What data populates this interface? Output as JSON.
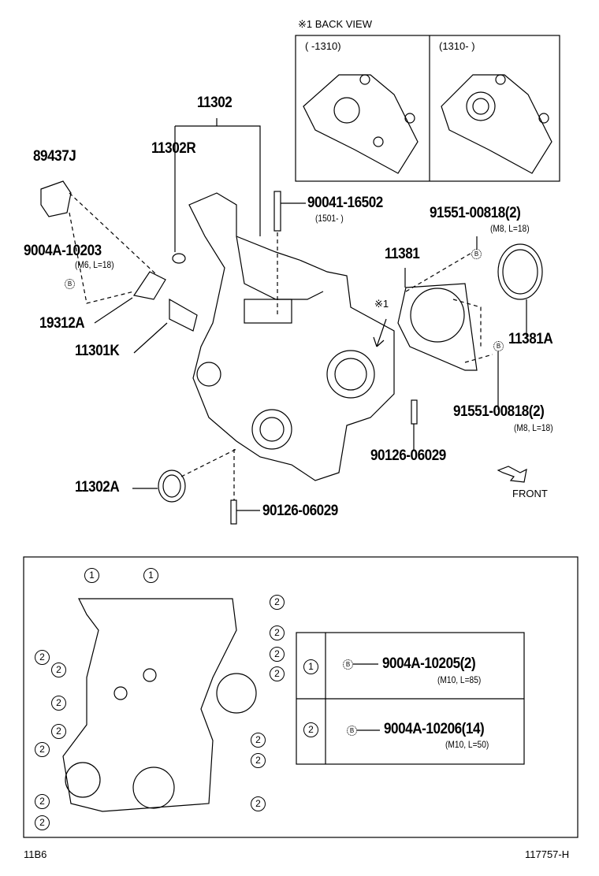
{
  "back_view": {
    "title": "※1 BACK VIEW",
    "left_range": "(      -1310)",
    "right_range": "(1310-      )"
  },
  "parts": {
    "p11302": "11302",
    "p11302R": "11302R",
    "p89437J": "89437J",
    "p90041": "90041-16502",
    "p90041_note": "(1501-      )",
    "p91551_top": "91551-00818(2)",
    "p91551_top_note": "(M8, L=18)",
    "p9004A_10203": "9004A-10203",
    "p9004A_10203_note": "(M6, L=18)",
    "p11381": "11381",
    "p19312A": "19312A",
    "p11301K": "11301K",
    "p11381A": "11381A",
    "p91551_bottom": "91551-00818(2)",
    "p91551_bottom_note": "(M8, L=18)",
    "p90126_right": "90126-06029",
    "p11302A": "11302A",
    "p90126_bottom": "90126-06029",
    "mark1": "※1",
    "front": "FRONT",
    "b_mark": "B"
  },
  "legend": {
    "rows": [
      {
        "callout": "1",
        "part": "9004A-10205(2)",
        "note": "(M10, L=85)"
      },
      {
        "callout": "2",
        "part": "9004A-10206(14)",
        "note": "(M10, L=50)"
      }
    ],
    "c1": "1",
    "c2": "2"
  },
  "footer": {
    "left": "11B6",
    "right": "117757-H"
  }
}
